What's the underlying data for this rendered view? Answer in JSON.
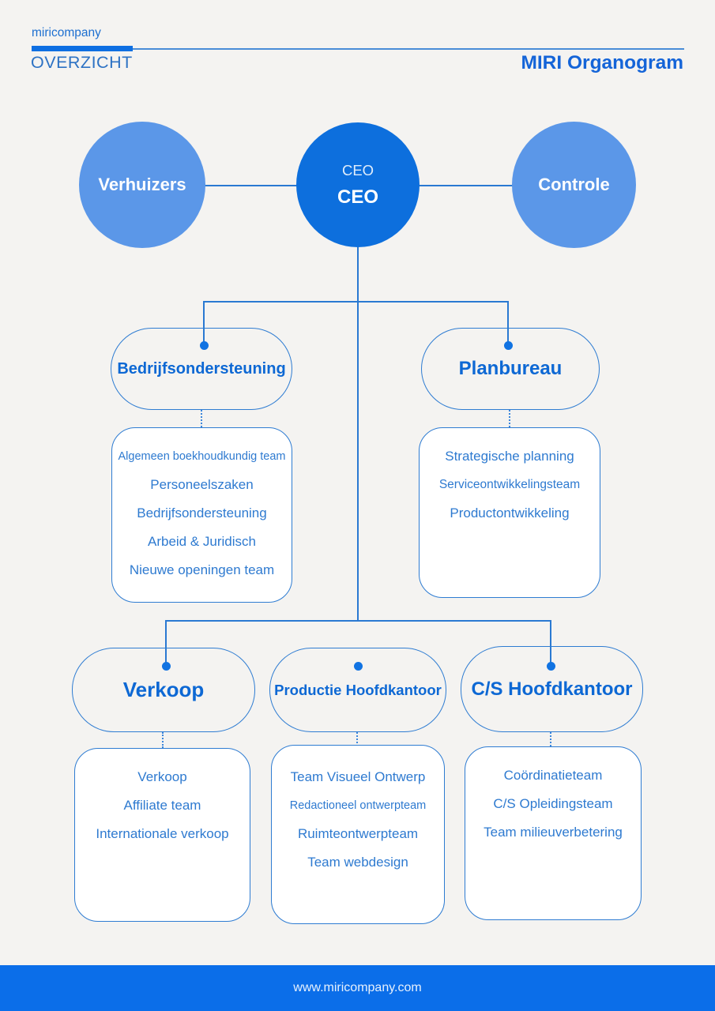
{
  "header": {
    "company": "miricompany",
    "section": "OVERZICHT",
    "title": "MIRI Organogram"
  },
  "chart": {
    "top_row": {
      "left_circle": "Verhuizers",
      "ceo_subtitle": "CEO",
      "ceo_title": "CEO",
      "right_circle": "Controle"
    },
    "level2": [
      {
        "label": "Bedrijfsondersteuning",
        "items": [
          "Algemeen boekhoudkundig team",
          "Personeelszaken",
          "Bedrijfsondersteuning",
          "Arbeid & Juridisch",
          "Nieuwe openingen team"
        ]
      },
      {
        "label": "Planbureau",
        "items": [
          "Strategische planning",
          "Serviceontwikkelingsteam",
          "Productontwikkeling"
        ]
      }
    ],
    "level3": [
      {
        "label": "Verkoop",
        "items": [
          "Verkoop",
          "Affiliate team",
          "Internationale verkoop"
        ]
      },
      {
        "label": "Productie Hoofdkantoor",
        "items": [
          "Team Visueel Ontwerp",
          "Redactioneel ontwerpteam",
          "Ruimteontwerpteam",
          "Team webdesign"
        ]
      },
      {
        "label": "C/S Hoofdkantoor",
        "items": [
          "Coördinatieteam",
          "C/S Opleidingsteam",
          "Team milieuverbetering"
        ]
      }
    ]
  },
  "footer": {
    "url": "www.miricompany.com"
  },
  "colors": {
    "background": "#f4f3f1",
    "primary_blue": "#0d6fdd",
    "light_circle_blue": "#5b97e8",
    "line_blue": "#2a79d2",
    "pill_text_blue": "#0d68d4",
    "item_text_blue": "#2e7ad0",
    "footer_blue": "#0b6ee9",
    "accent_bar_blue": "#0e6fe2"
  }
}
